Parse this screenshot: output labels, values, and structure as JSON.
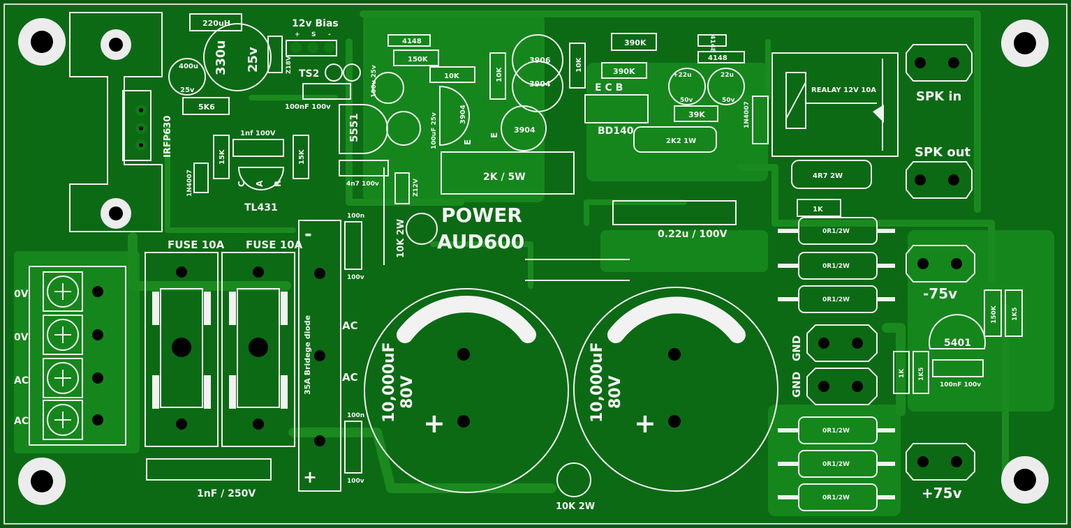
{
  "board": {
    "title": "POWER",
    "model": "AUD600",
    "colors": {
      "substrate": "#0a5a12",
      "copper": "#15861c",
      "silk": "#f2f2f2",
      "drill": "#000000"
    }
  },
  "labels": {
    "l_220uH": "220uH",
    "l_12vbias": "12v Bias",
    "l_plus": "+",
    "l_s": "S",
    "l_minus": "-",
    "l_400u": "400u",
    "l_25v_a": "25v",
    "l_330u": "330u",
    "l_25v_b": "25v",
    "l_z18v": "Z18V",
    "l_ts2": "TS2",
    "l_100nf100v": "100nF 100v",
    "l_5k6": "5K6",
    "l_irfp630": "IRFP630",
    "l_1n4007_a": "1N4007",
    "l_15k_a": "15K",
    "l_1nf100v": "1nf  100V",
    "l_15k_b": "15K",
    "l_tl431": "TL431",
    "l_c": "C",
    "l_a": "A",
    "l_r": "R",
    "l_4148_a": "4148",
    "l_150k_a": "150K",
    "l_10k_a": "10K",
    "l_100u25v": "100u 25v",
    "l_5551": "5551",
    "l_100uf25v": "100uF 25v",
    "l_4n7100v": "4n7 100v",
    "l_z12v": "Z12V",
    "l_3904_a": "3904",
    "l_3906": "3906",
    "l_3904_b": "3904",
    "l_3904_c": "3904",
    "l_10k_b": "10K",
    "l_10k_c": "10K",
    "l_e_a": "E",
    "l_e_b": "E",
    "l_390k_a": "390K",
    "l_390k_b": "390K",
    "l_4148_b": "4148",
    "l_4148_c": "4148",
    "l_22u50v_a": "+22u",
    "l_50v_a": "50v",
    "l_22u_b": "22u",
    "l_50v_b": "50v",
    "l_39k": "39K",
    "l_ecb": "E  C  B",
    "l_bd140": "BD140",
    "l_2k21w": "2K2 1W",
    "l_1n4007_b": "1N4007",
    "l_relay": "REALAY 12V 10A",
    "l_spkin": "SPK in",
    "l_spkout": "SPK out",
    "l_2k5w": "2K / 5W",
    "l_10k2w_a": "10K 2W",
    "l_4r72w": "4R7 2W",
    "l_022u": "0.22u / 100V",
    "l_1k_a": "1K",
    "l_or1_1": "0R1/2W",
    "l_or1_2": "0R1/2W",
    "l_or1_3": "0R1/2W",
    "l_or1_4": "0R1/2W",
    "l_or1_5": "0R1/2W",
    "l_or1_6": "0R1/2W",
    "l_m75v": "-75v",
    "l_p75v": "+75v",
    "l_150k_b": "150K",
    "l_1k5_a": "1K5",
    "l_5401": "5401",
    "l_1k_b": "1K",
    "l_1k5_b": "1K5",
    "l_100nf100v_b": "100nF 100v",
    "l_gnd_a": "GND",
    "l_gnd_b": "GND",
    "l_fuse_a": "FUSE 10A",
    "l_fuse_b": "FUSE 10A",
    "l_0v_a": "0V",
    "l_0v_b": "0V",
    "l_ac_a": "AC",
    "l_ac_b": "AC",
    "l_bridge": "35A Bridege diode",
    "l_ac_c": "AC",
    "l_ac_d": "AC",
    "l_bminus": "-",
    "l_bplus": "+",
    "l_100n_a": "100n",
    "l_100v_a": "100v",
    "l_100n_b": "100n",
    "l_100v_b": "100v",
    "l_10k2w_b": "10K 2W",
    "l_1nf250v": "1nF / 250V",
    "l_cap_a_val": "10,000uF",
    "l_cap_a_v": "80V",
    "l_cap_b_val": "10,000uF",
    "l_cap_b_v": "80V",
    "l_cap_a_plus": "+",
    "l_cap_b_plus": "+"
  }
}
